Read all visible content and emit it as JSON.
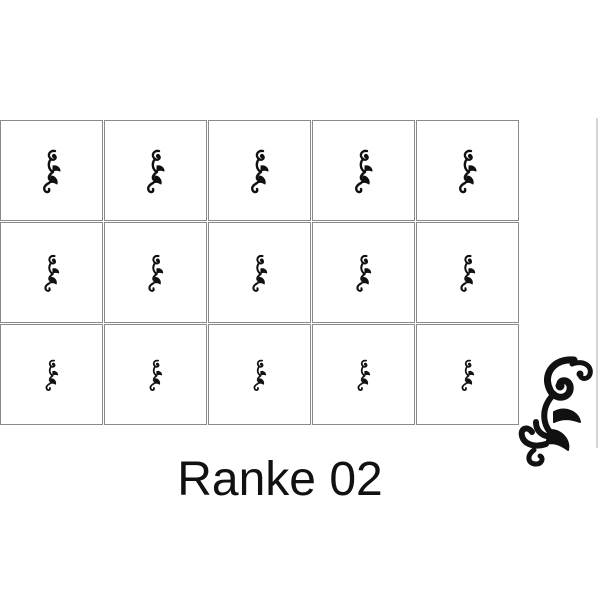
{
  "caption": "Ranke 02",
  "grid": {
    "rows": 3,
    "columns": 5,
    "row_ornament_scale": [
      1.0,
      0.85,
      0.72
    ],
    "cell_icon": "scroll-flourish-icon"
  },
  "corner_ornament": {
    "icon": "scroll-flourish-icon"
  },
  "colors": {
    "ornament": "#111111",
    "border": "#8a8a8a",
    "background": "#ffffff"
  }
}
